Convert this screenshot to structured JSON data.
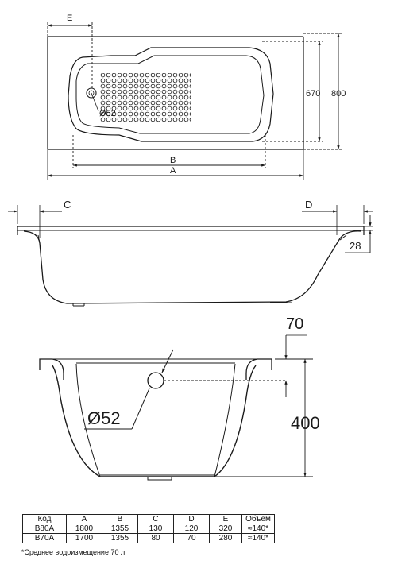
{
  "plan_view": {
    "label_a": "A",
    "label_b": "B",
    "label_e": "E",
    "drain_diameter": "Ø52",
    "inner_width": "670",
    "outer_width": "800"
  },
  "side_view": {
    "label_c": "C",
    "label_d": "D",
    "rim_height": "28"
  },
  "end_view": {
    "drain_diameter": "Ø52",
    "drain_offset": "70",
    "depth": "400"
  },
  "spec_table": {
    "headers": [
      "Код",
      "A",
      "B",
      "C",
      "D",
      "E",
      "Объем"
    ],
    "rows": [
      [
        "B80A",
        "1800",
        "1355",
        "130",
        "120",
        "320",
        "≈140*"
      ],
      [
        "B70A",
        "1700",
        "1355",
        "80",
        "70",
        "280",
        "≈140*"
      ]
    ]
  },
  "footnote": "*Среднее водоизмещение 70 л."
}
